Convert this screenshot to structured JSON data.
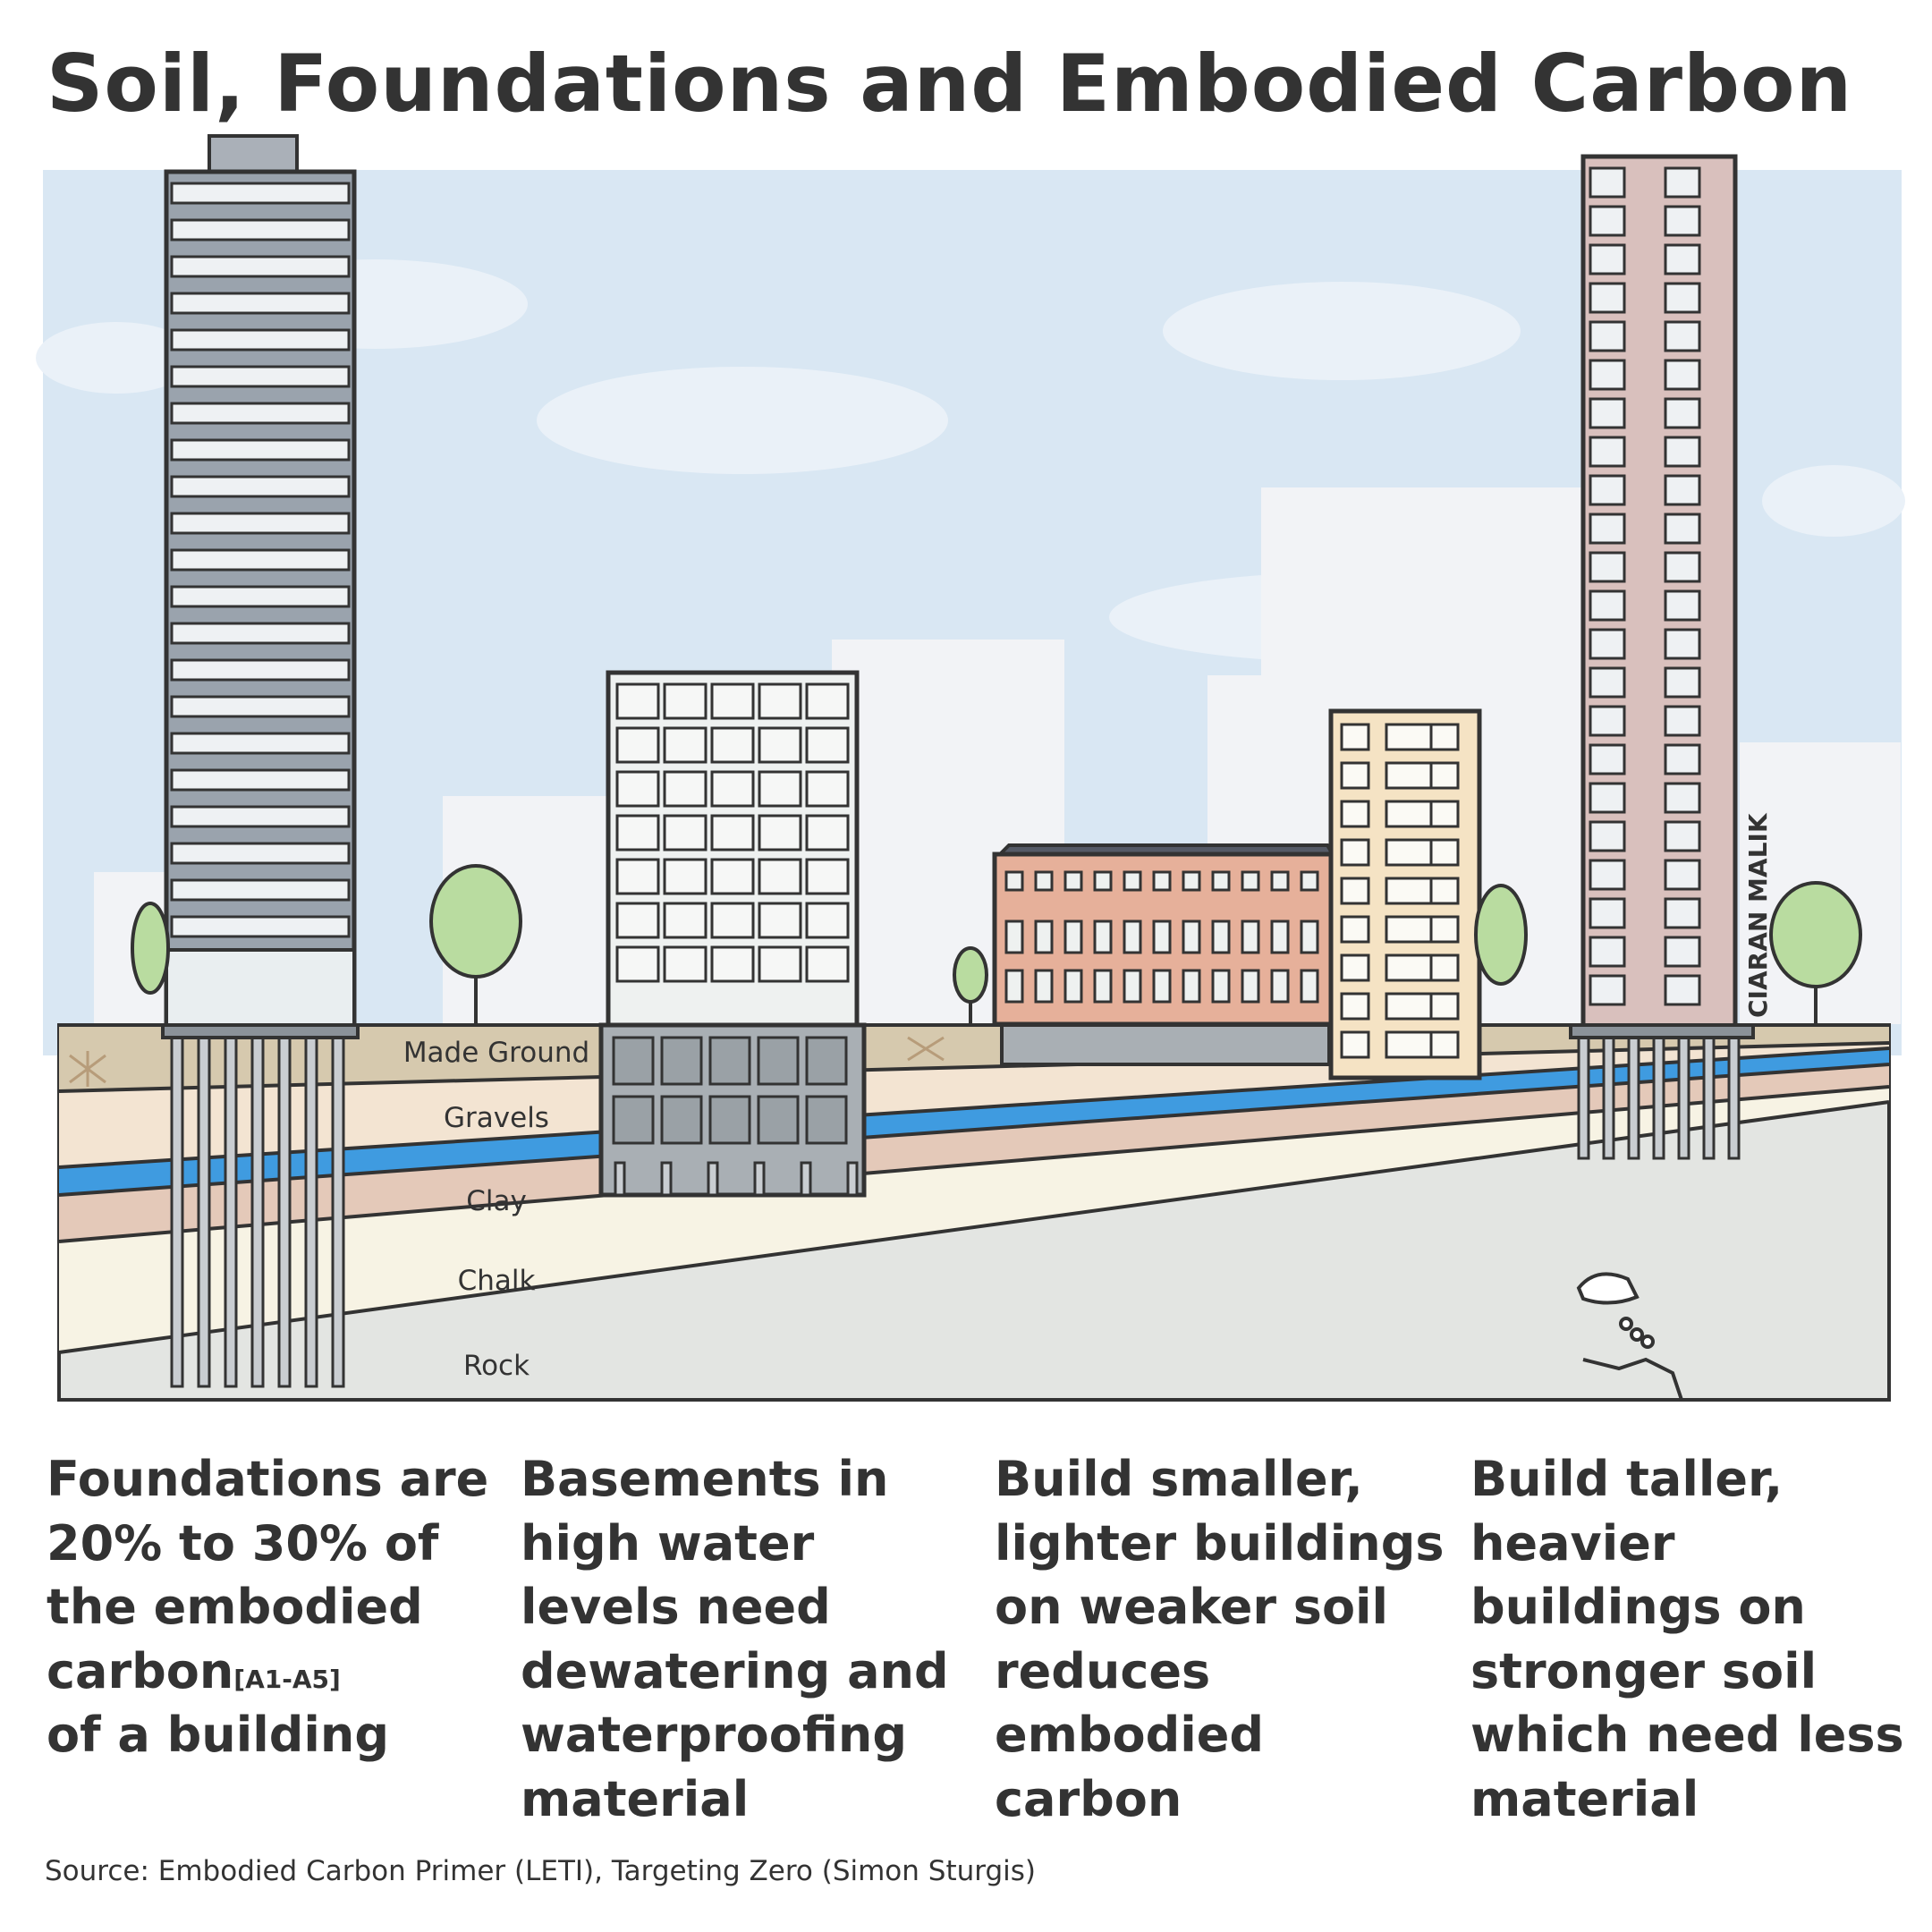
{
  "title": "Soil, Foundations and Embodied Carbon",
  "layers": {
    "made_ground": "Made Ground",
    "gravels": "Gravels",
    "clay": "Clay",
    "chalk": "Chalk",
    "rock": "Rock"
  },
  "artist_signature": "CIARAN MALIK",
  "captions": [
    {
      "lines": [
        "Foundations are",
        "20% to 30% of",
        "the embodied",
        "carbon",
        "of a building"
      ],
      "superscript": "[A1-A5]"
    },
    {
      "lines": [
        "Basements in",
        "high water",
        "levels need",
        "dewatering and",
        "waterproofing",
        "material"
      ]
    },
    {
      "lines": [
        "Build smaller,",
        "lighter buildings",
        "on weaker soil",
        "reduces",
        "embodied",
        "carbon"
      ]
    },
    {
      "lines": [
        "Build taller,",
        "heavier",
        "buildings on",
        "stronger soil",
        "which need less",
        "material"
      ]
    }
  ],
  "source": "Source: Embodied Carbon Primer (LETI), Targeting Zero (Simon Sturgis)",
  "colors": {
    "sky": "#d9e7f3",
    "made_ground": "#d6c9ae",
    "gravels": "#f3e4d2",
    "water": "#3f9be0",
    "clay": "#e4c9b9",
    "chalk": "#f7f3e4",
    "rock": "#e3e5e2",
    "outline": "#333333",
    "brick": "#e6b09a",
    "tall_tower_panel": "#d9c0bd",
    "tree": "#b9dca0"
  }
}
